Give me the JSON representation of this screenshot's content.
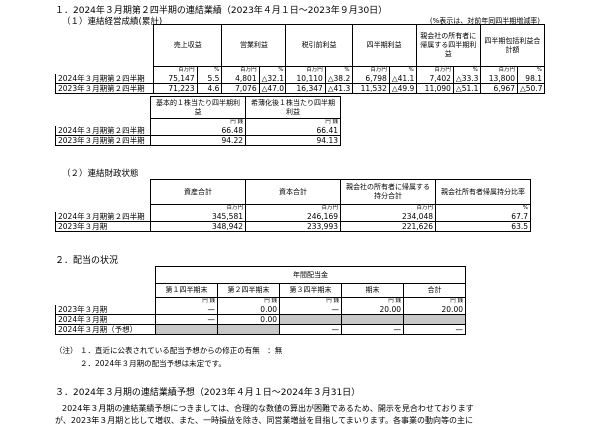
{
  "heading1": "１．2024年３月期第２四半期の連結業績（2023年４月１日～2023年９月30日）",
  "sub1": "（１）連結経営成績(累計)",
  "sub1_note": "(%表示は、対前年同四半期増減率)",
  "results": {
    "headers": [
      "売上収益",
      "営業利益",
      "税引前利益",
      "四半期利益",
      "親会社の所有者に帰属する四半期利益",
      "四半期包括利益合計額"
    ],
    "unit_amount": "百万円",
    "unit_pct": "%",
    "rows": [
      {
        "label": "2024年３月期第２四半期",
        "cells": [
          "75,147",
          "5.5",
          "4,801",
          "△32.1",
          "10,110",
          "△38.2",
          "6,798",
          "△41.1",
          "7,402",
          "△33.3",
          "13,800",
          "98.1"
        ]
      },
      {
        "label": "2023年３月期第２四半期",
        "cells": [
          "71,223",
          "4.6",
          "7,076",
          "△47.0",
          "16,347",
          "△41.3",
          "11,532",
          "△49.9",
          "11,090",
          "△51.1",
          "6,967",
          "△50.7"
        ]
      }
    ]
  },
  "eps": {
    "headers": [
      "基本的１株当たり四半期利益",
      "希薄化後１株当たり四半期利益"
    ],
    "unit": "円 銭",
    "rows": [
      {
        "label": "2024年３月期第２四半期",
        "cells": [
          "66.48",
          "66.41"
        ]
      },
      {
        "label": "2023年３月期第２四半期",
        "cells": [
          "94.22",
          "94.13"
        ]
      }
    ]
  },
  "sub2": "（２）連結財政状態",
  "financial": {
    "headers": [
      "資産合計",
      "資本合計",
      "親会社の所有者に帰属する持分合計",
      "親会社所有者帰属持分比率"
    ],
    "units": [
      "百万円",
      "百万円",
      "百万円",
      "%"
    ],
    "rows": [
      {
        "label": "2024年３月期第２四半期",
        "cells": [
          "345,581",
          "246,169",
          "234,048",
          "67.7"
        ]
      },
      {
        "label": "2023年３月期",
        "cells": [
          "348,942",
          "233,993",
          "221,626",
          "63.5"
        ]
      }
    ]
  },
  "heading2": "２．配当の状況",
  "dividends": {
    "group_header": "年間配当金",
    "headers": [
      "第１四半期末",
      "第２四半期末",
      "第３四半期末",
      "期末",
      "合計"
    ],
    "unit": "円 銭",
    "rows": [
      {
        "label": "2023年３月期",
        "cells": [
          "—",
          "0.00",
          "—",
          "20.00",
          "20.00"
        ]
      },
      {
        "label": "2024年３月期",
        "cells": [
          "—",
          "0.00",
          "",
          "",
          ""
        ]
      },
      {
        "label": "2024年３月期（予想）",
        "cells": [
          "",
          "",
          "—",
          "—",
          "—"
        ]
      }
    ]
  },
  "footnote1_prefix": "（注）",
  "footnote1": "１．直近に公表されている配当予想からの修正の有無　：無",
  "footnote2": "２．2024年３月期の配当予想は未定です。",
  "heading3": "３．2024年３月期の連結業績予想（2023年４月１日～2024年３月31日）",
  "para1": "2024年３月期の連結業績予想につきましては、合理的な数値の算出が困難であるため、開示を見合わせております",
  "para2": "が、2023年３月期と比して増収、また、一時損益を除き、同営業増益を目指してまいります。各事業の動向等の主に"
}
